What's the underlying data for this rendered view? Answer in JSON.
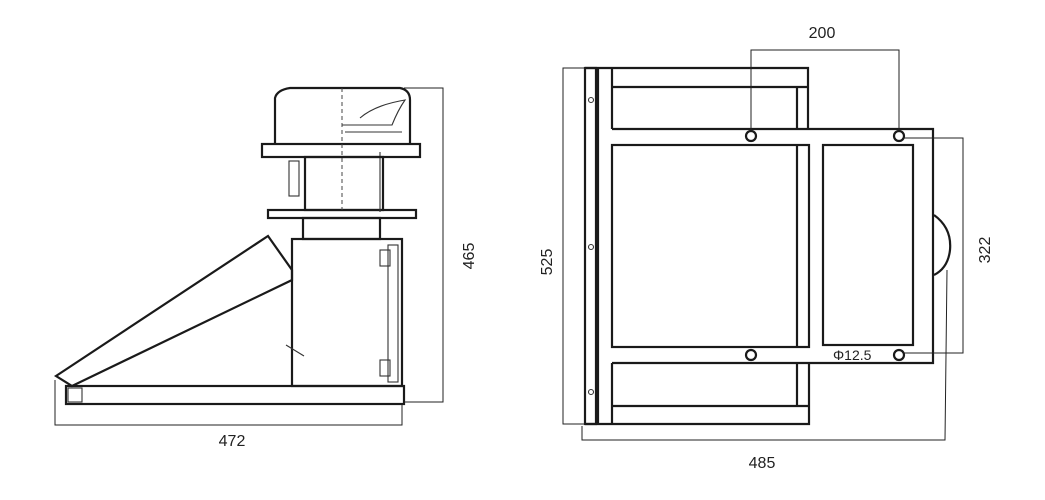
{
  "side_view": {
    "height_dim": "465",
    "width_dim": "472"
  },
  "top_view": {
    "hole_spacing_dim": "200",
    "hole_vertical_dim": "322",
    "height_dim": "525",
    "width_dim": "485",
    "hole_diameter_label": "Φ12.5"
  },
  "colors": {
    "line": "#1a1a1a",
    "background": "#ffffff"
  }
}
